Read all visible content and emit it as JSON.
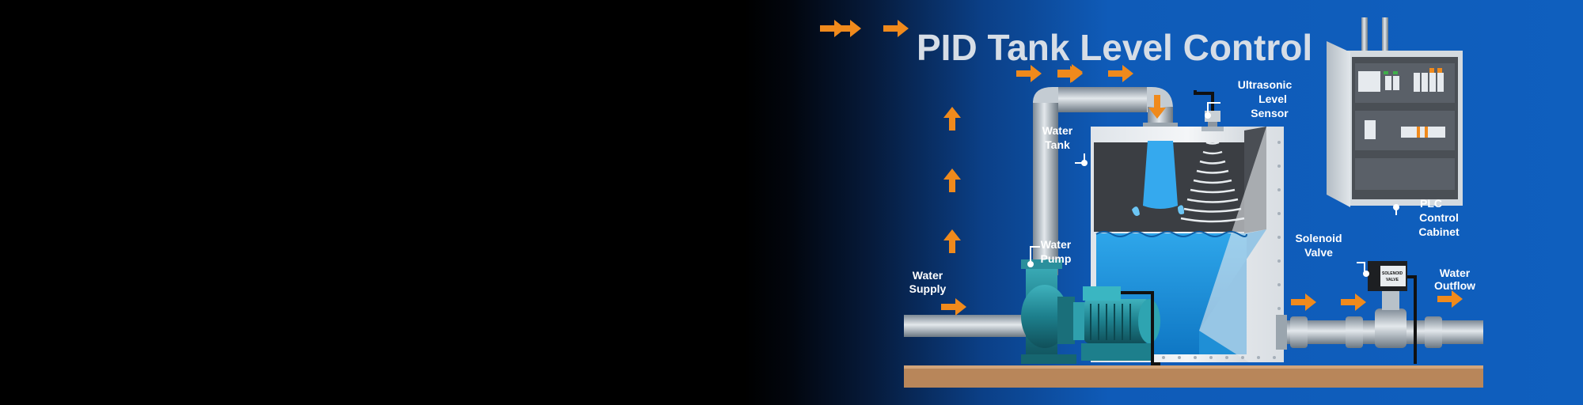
{
  "title": "PID Tank Level Control",
  "labels": {
    "ultrasonic": [
      "Ultrasonic",
      "Level",
      "Sensor"
    ],
    "water_tank": [
      "Water",
      "Tank"
    ],
    "water_pump": [
      "Water",
      "Pump"
    ],
    "water_supply": [
      "Water",
      "Supply"
    ],
    "solenoid_valve": [
      "Solenoid",
      "Valve"
    ],
    "plc": [
      "PLC",
      "Control",
      "Cabinet"
    ],
    "water_outflow": [
      "Water",
      "Outflow"
    ],
    "valve_tag": [
      "SOLENOID",
      "VALVE"
    ]
  },
  "colors": {
    "background": "#0f5fbe",
    "water": "#2a9be0",
    "flow_arrow": "#f08a1c",
    "pump": "#2a8f9c",
    "floor": "#b8865a"
  },
  "icons": [
    "flow-arrow-icon",
    "callout-dot-icon"
  ]
}
